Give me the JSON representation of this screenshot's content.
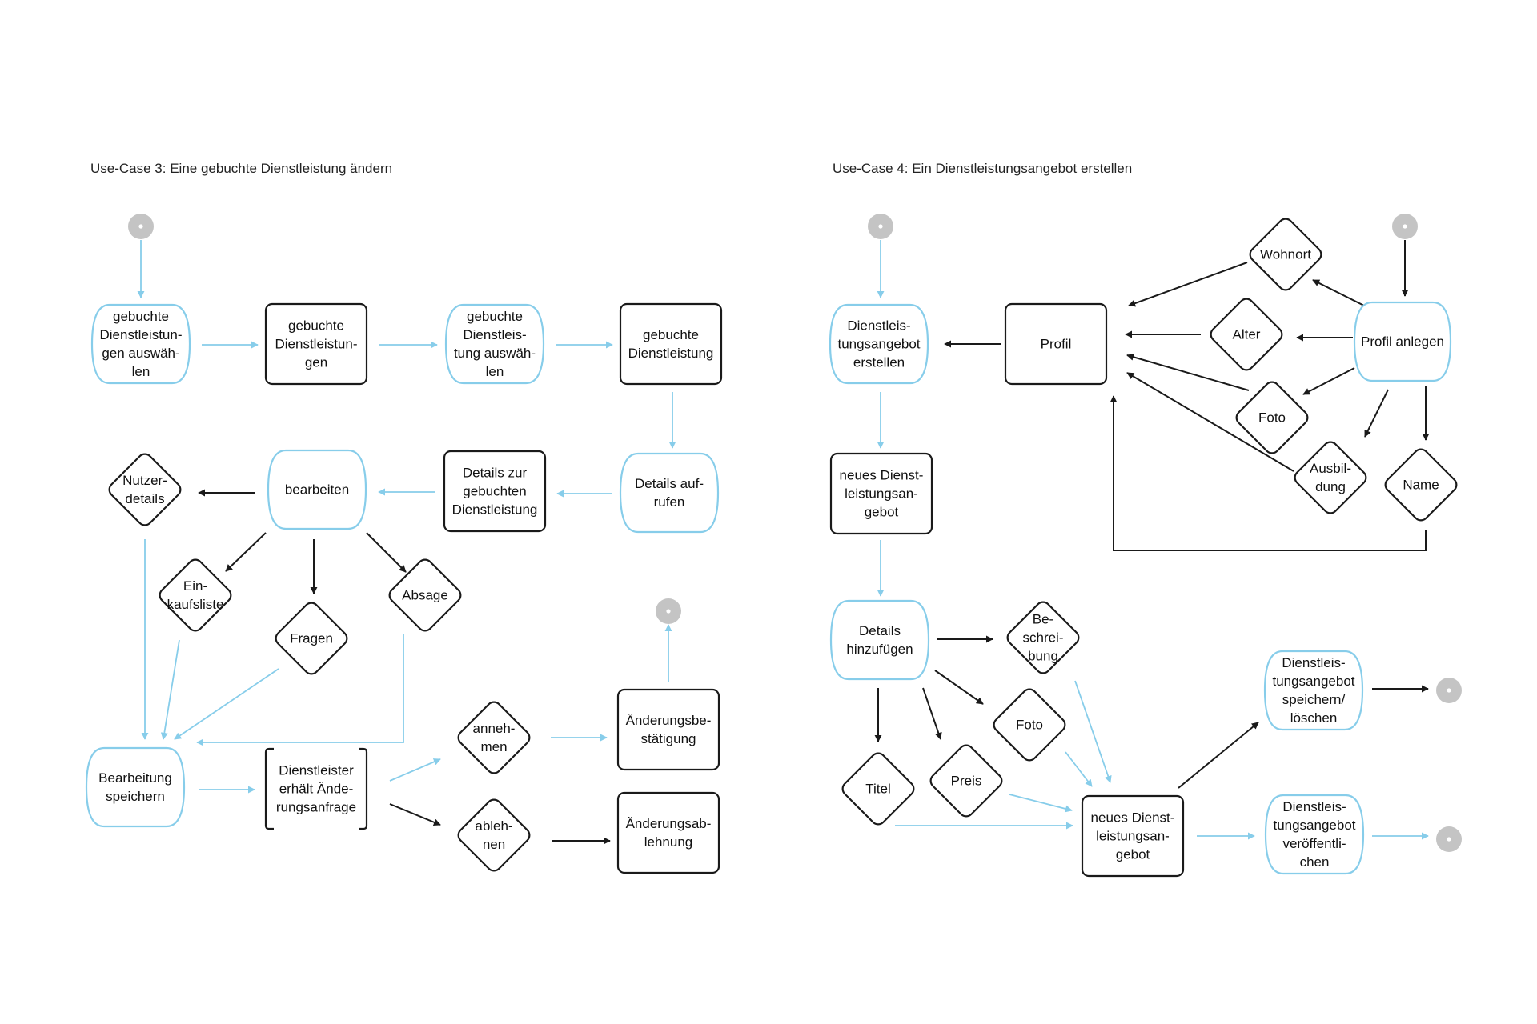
{
  "colors": {
    "dark": "#1a1a1a",
    "light": "#87cdea",
    "start": "#c4c4c4"
  },
  "uc3": {
    "title": "Use-Case 3: Eine gebuchte Dienstleistung ändern",
    "nodes": {
      "select_booked": [
        "gebuchte",
        "Dienstleistun-",
        "gen auswäh-",
        "len"
      ],
      "booked_services": [
        "gebuchte",
        "Dienstleistun-",
        "gen"
      ],
      "select_service": [
        "gebuchte",
        "Dienstleis-",
        "tung auswäh-",
        "len"
      ],
      "booked_service": [
        "gebuchte",
        "Dienstleistung"
      ],
      "open_details": [
        "Details auf-",
        "rufen"
      ],
      "details_booked": [
        "Details zur",
        "gebuchten",
        "Dienstleistung"
      ],
      "edit": [
        "bearbeiten"
      ],
      "user_details": [
        "Nutzer-",
        "details"
      ],
      "shopping_list": [
        "Ein-",
        "kaufsliste"
      ],
      "questions": [
        "Fragen"
      ],
      "cancellation": [
        "Absage"
      ],
      "save_edit": [
        "Bearbeitung",
        "speichern"
      ],
      "provider_request": [
        "Dienstleister",
        "erhält Ände-",
        "rungsanfrage"
      ],
      "accept": [
        "anneh-",
        "men"
      ],
      "reject": [
        "ableh-",
        "nen"
      ],
      "change_confirm": [
        "Änderungsbe-",
        "stätigung"
      ],
      "change_reject": [
        "Änderungsab-",
        "lehnung"
      ]
    }
  },
  "uc4": {
    "title": "Use-Case 4: Ein Dienstleistungsangebot erstellen",
    "nodes": {
      "create_offer": [
        "Dienstleis-",
        "tungsangebot",
        "erstellen"
      ],
      "profile": [
        "Profil"
      ],
      "create_profile": [
        "Profil anlegen"
      ],
      "residence": [
        "Wohnort"
      ],
      "age": [
        "Alter"
      ],
      "photo_profile": [
        "Foto"
      ],
      "education": [
        "Ausbil-",
        "dung"
      ],
      "name": [
        "Name"
      ],
      "new_offer_top": [
        "neues Dienst-",
        "leistungsan-",
        "gebot"
      ],
      "add_details": [
        "Details",
        "hinzufügen"
      ],
      "description": [
        "Be-",
        "schrei-",
        "bung"
      ],
      "photo_offer": [
        "Foto"
      ],
      "title_field": [
        "Titel"
      ],
      "price": [
        "Preis"
      ],
      "new_offer_bottom": [
        "neues Dienst-",
        "leistungsan-",
        "gebot"
      ],
      "save_delete": [
        "Dienstleis-",
        "tungsangebot",
        "speichern/",
        "löschen"
      ],
      "publish": [
        "Dienstleis-",
        "tungsangebot",
        "veröffentli-",
        "chen"
      ]
    }
  }
}
